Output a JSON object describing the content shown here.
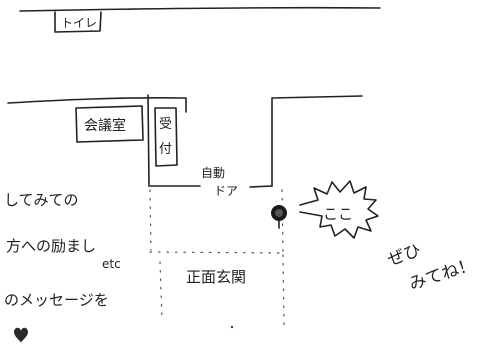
{
  "map": {
    "toilet_label": "トイレ",
    "meeting_room_label": "会議室",
    "reception_label": "受付",
    "auto_door_label_line1": "自動",
    "auto_door_label_line2": "ドア",
    "main_entrance_label": "正面玄関",
    "face_text": "ここ"
  },
  "left_notes": {
    "line1": "してみての",
    "line2": "方への励まし",
    "line3": "etc",
    "line4": "のメッセージを"
  },
  "call_out": {
    "line1": "ぜひ",
    "line2": "みてね！"
  },
  "colors": {
    "ink": "#222222",
    "paper": "#ffffff"
  },
  "icons": {
    "location_marker": "filled-circle-marker",
    "heart": "heart-icon",
    "speech_bubble": "spiky-speech-bubble"
  }
}
